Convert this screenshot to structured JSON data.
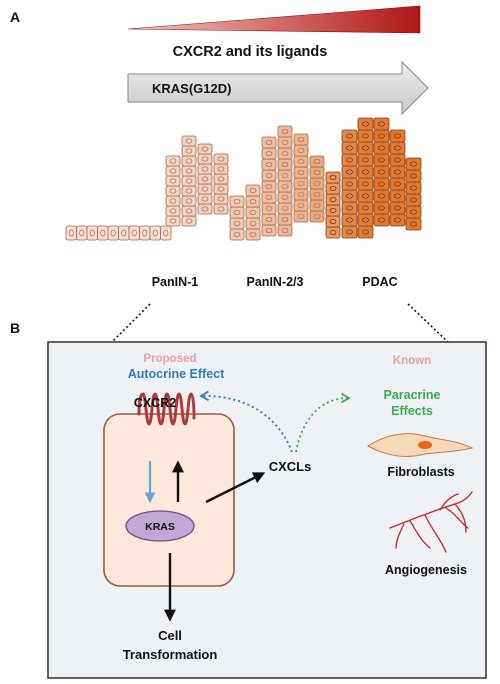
{
  "panel_a": {
    "label": "A",
    "gradient_title": "CXCR2 and its ligands",
    "arrow_label": "KRAS(G12D)",
    "stages": [
      "PanIN-1",
      "PanIN-2/3",
      "PDAC"
    ]
  },
  "panel_b": {
    "label": "B",
    "proposed_label": "Proposed",
    "autocrine_label": "Autocrine Effect",
    "known_label": "Known",
    "paracrine_line1": "Paracrine",
    "paracrine_line2": "Effects",
    "receptor_label": "CXCR2",
    "kras_label": "KRAS",
    "cxcls_label": "CXCLs",
    "fibroblasts_label": "Fibroblasts",
    "angiogenesis_label": "Angiogenesis",
    "outcome_line1": "Cell",
    "outcome_line2": "Transformation"
  },
  "colors": {
    "gradient_dark": "#b01616",
    "gradient_light": "#f3c7bf",
    "arrow_fill": "#dcdcdc",
    "cell_light": "#fbe3d8",
    "cell_dark": "#e07a30",
    "panel_bg": "#eef1f6",
    "cell_body": "#fde9dc",
    "kras": "#c2a7d8",
    "receptor": "#b03a3a",
    "proposed": "#e3a3a3",
    "autocrine": "#2f7bc1",
    "paracrine": "#3aaa4a",
    "vessels": "#d22020"
  }
}
